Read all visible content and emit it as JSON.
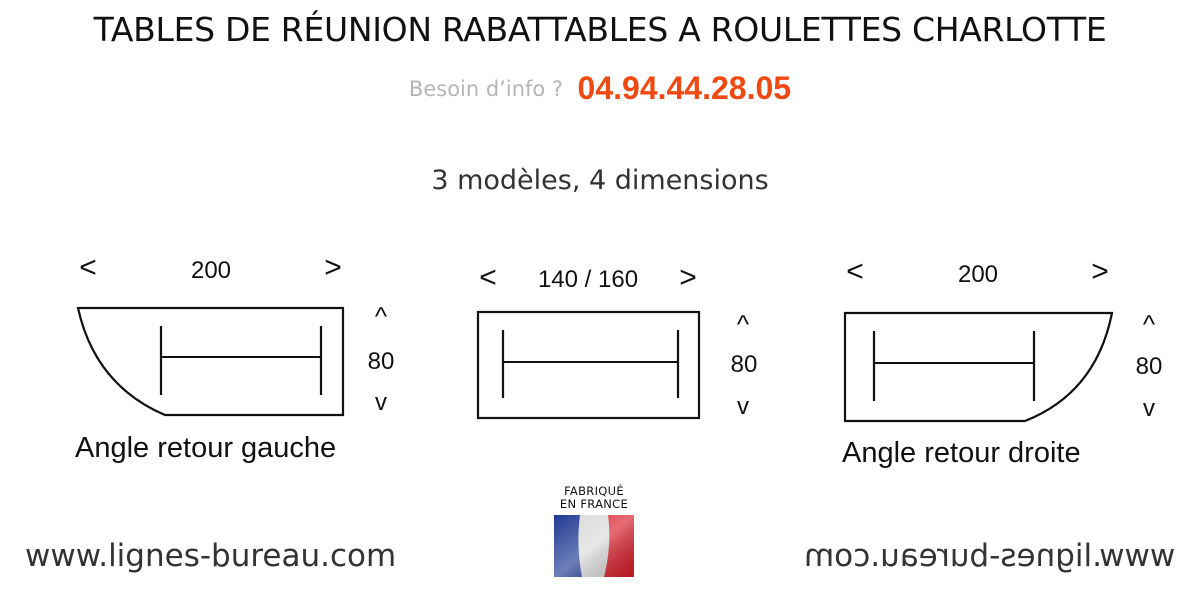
{
  "header": {
    "title": "TABLES DE RÉUNION RABATTABLES A ROULETTES CHARLOTTE",
    "info_question": "Besoin d’info ?",
    "phone": "04.94.44.28.05",
    "subtitle": "3 modèles, 4 dimensions"
  },
  "colors": {
    "phone": "#f04a12",
    "question": "#b5b5b5",
    "flag_blue": "#1f3a93",
    "flag_white": "#d9d9d9",
    "flag_red": "#d91e2a"
  },
  "tables": [
    {
      "width_label": "200",
      "depth_label": "80",
      "caption": "Angle retour gauche",
      "arrow_left": "<",
      "arrow_right": ">",
      "arrow_up": "^",
      "arrow_down": "v"
    },
    {
      "width_label": "140 / 160",
      "depth_label": "80",
      "caption": "",
      "arrow_left": "<",
      "arrow_right": ">",
      "arrow_up": "^",
      "arrow_down": "v"
    },
    {
      "width_label": "200",
      "depth_label": "80",
      "caption": "Angle retour droite",
      "arrow_left": "<",
      "arrow_right": ">",
      "arrow_up": "^",
      "arrow_down": "v"
    }
  ],
  "badge": {
    "line1": "FABRIQUÉ",
    "line2": "EN FRANCE",
    "icon": "france-flag-icon"
  },
  "footer": {
    "website_left": "www.lignes-bureau.com",
    "website_right": "www.lignes-bureau.com"
  }
}
